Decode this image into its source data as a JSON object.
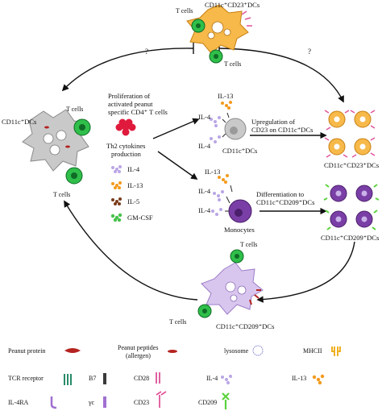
{
  "colors": {
    "tcell": "#2fbf4a",
    "tcell_dark": "#0f6b25",
    "dc_grey": "#c9c9c9",
    "dc_orange": "#f6b94a",
    "dc_purple": "#a46ad8",
    "dc_lilac": "#d9c6ee",
    "monocyte": "#7a3fa6",
    "peanut": "#b4231f",
    "il4": "#b9a6e6",
    "il13": "#f39a1d",
    "il5": "#7a3a1a",
    "gmcsf": "#46c24a",
    "cd23": "#e0559a",
    "cd209": "#5ad23c",
    "mhcii": "#f0b020",
    "tcr": "#2a8a6a"
  },
  "labels": {
    "top_dc": "CD11c⁺CD23⁺DCs",
    "top_tcell_left": "T cells",
    "top_tcell_right": "T cells",
    "q_left": "?",
    "q_right": "?",
    "left_dc": "CD11c⁺DCs",
    "left_tcell_top": "T cells",
    "left_tcell_bottom": "T cells",
    "prolif_line1": "Proliferation of",
    "prolif_line2": "activated peanut",
    "prolif_line3": "specific CD4⁺ T cells",
    "th2_line1": "Th2 cytokines",
    "th2_line2": "production",
    "cyto_il4": "IL-4",
    "cyto_il13": "IL-13",
    "cyto_il5": "IL-5",
    "cyto_gmcsf": "GM-CSF",
    "mid_top_il13": "IL-13",
    "mid_top_il4a": "IL-4",
    "mid_top_il4b": "IL-4",
    "mid_top_cell": "CD11c⁺DCs",
    "mid_bot_il13": "IL-13",
    "mid_bot_il4a": "IL-4",
    "mid_bot_il4b": "IL-4",
    "mid_bot_cell": "Monocytes",
    "upreg_line1": "Upregulation of",
    "upreg_line2": "CD23 on CD11c⁺DCs",
    "diff_line1": "Differentiation to",
    "diff_line2": "CD11c⁺CD209⁺DCs",
    "right_top_label": "CD11c⁺CD23⁺DCs",
    "right_bot_label": "CD11c⁺CD209⁺DCs",
    "bottom_tcell_top": "T cells",
    "bottom_tcell_left": "T cells",
    "bottom_dc": "CD11c⁺CD209⁺DCs"
  },
  "legend": {
    "peanut_protein": "Peanut protein",
    "peanut_peptides_1": "Peanut peptides",
    "peanut_peptides_2": "(allergen)",
    "lysosome": "lysosome",
    "mhcii": "MHCII",
    "tcr": "TCR receptor",
    "b7": "B7",
    "cd28": "CD28",
    "il4": "IL-4",
    "il13": "IL-13",
    "il4ra": "IL-4RA",
    "yc": "γc",
    "cd23": "CD23",
    "cd209": "CD209"
  }
}
